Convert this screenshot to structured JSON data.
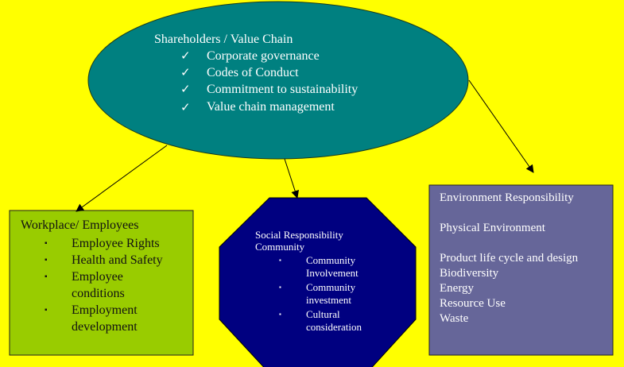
{
  "shareholders": {
    "title": "Shareholders / Value Chain",
    "items": [
      "Corporate governance",
      "Codes of Conduct",
      "Commitment to sustainability",
      "Value chain management"
    ],
    "bullet": "✓",
    "color": "#008080"
  },
  "workplace": {
    "title": "Workplace/ Employees",
    "items": [
      "Employee Rights",
      "Health and Safety",
      "Employee conditions",
      "Employment development"
    ],
    "bullet": "▪",
    "color": "#99cc00"
  },
  "social": {
    "title_line1": "Social Responsibility",
    "title_line2": "Community",
    "items": [
      "Community Involvement",
      "Community investment",
      "Cultural consideration"
    ],
    "bullet": "▪",
    "color": "#000080"
  },
  "environment": {
    "title": "Environment Responsibility",
    "subtitle": "Physical Environment",
    "items": [
      "Product life cycle and design",
      "Biodiversity",
      "Energy",
      "Resource Use",
      "Waste"
    ],
    "color": "#666699"
  },
  "background_color": "#ffff00"
}
